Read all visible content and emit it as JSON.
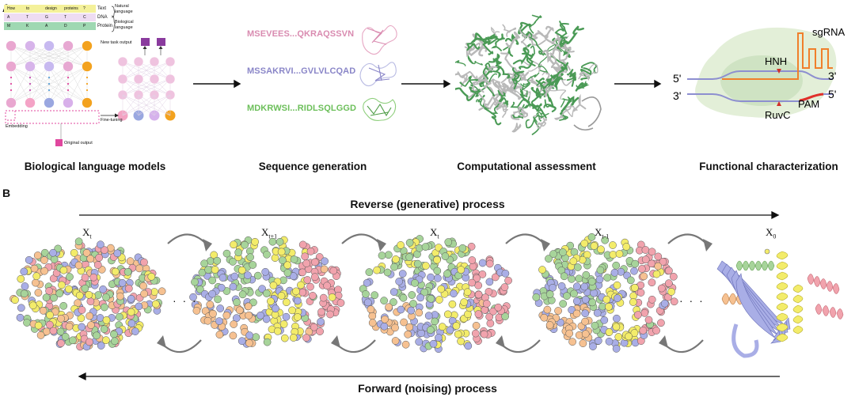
{
  "panelA": {
    "letter": "A",
    "llm": {
      "rows": [
        {
          "tag": "Text",
          "tokens": [
            "How",
            "to",
            "design",
            "proteins",
            "?"
          ]
        },
        {
          "tag": "DNA",
          "tokens": [
            "A",
            "T",
            "G",
            "T",
            "C"
          ]
        },
        {
          "tag": "Protein",
          "tokens": [
            "M",
            "K",
            "A",
            "D",
            "P"
          ]
        }
      ],
      "natural_language": "Natural language",
      "biological_language": "Biological language",
      "new_task_output": "New task output",
      "fine_tuning": "Fine-tuning",
      "embedding": "Embedding",
      "original_output": "Original output",
      "colors": {
        "text_row": "#f4f19a",
        "dna_row": "#eedcf2",
        "protein_row": "#9fd8b2",
        "accent": "#e0479e",
        "node_orange": "#f3a21e",
        "node_blue": "#9aa7e0"
      }
    },
    "sequences": [
      {
        "text": "MSEVEES...QKRAQSSVN",
        "color": "#d98bb0"
      },
      {
        "text": "MSSAKRVI...GVLVLCQAD",
        "color": "#8a86c8"
      },
      {
        "text": "MDKRWSI...RIDLSQLGGD",
        "color": "#6cbf5a"
      }
    ],
    "crispr": {
      "sgRNA": "sgRNA",
      "HNH": "HNH",
      "RuvC": "RuvC",
      "PAM": "PAM",
      "five_prime_top": "5'",
      "three_prime_top": "3'",
      "three_prime_bottom": "3'",
      "five_prime_bottom": "5'"
    },
    "captions": [
      "Biological language models",
      "Sequence generation",
      "Computational assessment",
      "Functional characterization"
    ]
  },
  "panelB": {
    "letter": "B",
    "reverse_label": "Reverse (generative)  process",
    "forward_label": "Forward (noising) process",
    "ellipsis": "· · ·",
    "stages": [
      {
        "base": "X",
        "sub": "t"
      },
      {
        "base": "X",
        "sub": "t+1"
      },
      {
        "base": "X",
        "sub": "t"
      },
      {
        "base": "X",
        "sub": "t-1"
      },
      {
        "base": "X",
        "sub": "0"
      }
    ],
    "colors": {
      "blue": "#a9aee6",
      "green": "#a7d49a",
      "yellow": "#f3ec6a",
      "pink": "#f1a3ad",
      "orange": "#f6c191"
    }
  }
}
